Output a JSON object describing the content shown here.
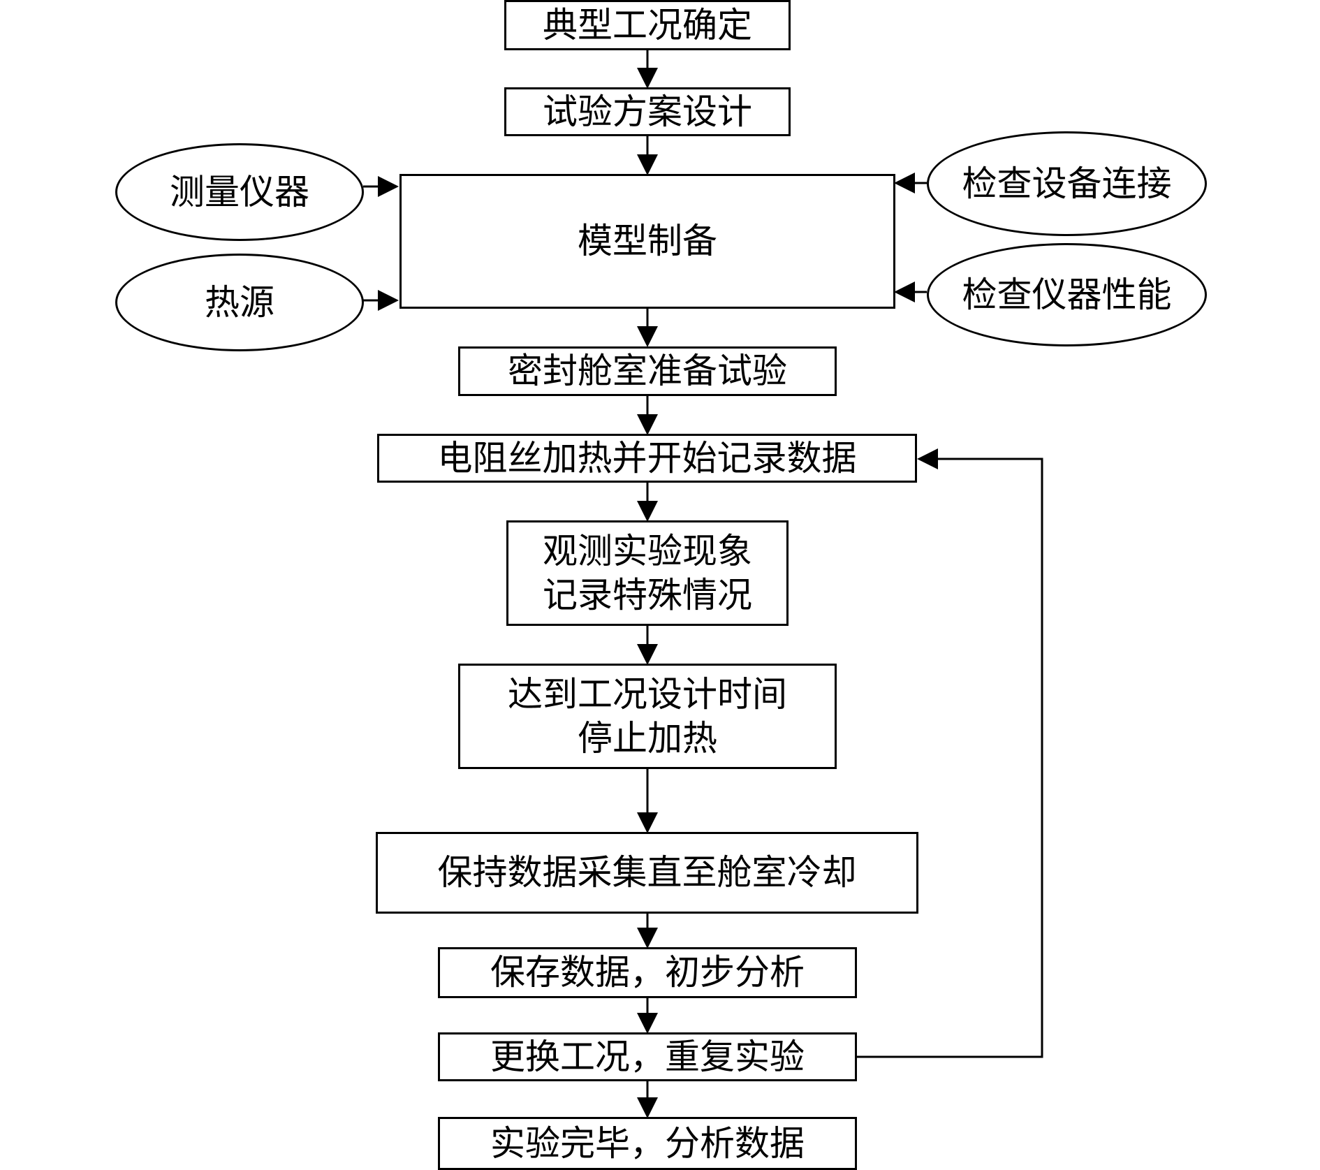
{
  "flowchart": {
    "steps": {
      "typical_condition": "典型工况确定",
      "test_plan": "试验方案设计",
      "model_prep": "模型制备",
      "seal_cabin": "密封舱室准备试验",
      "heating_start": "电阻丝加热并开始记录数据",
      "observe": [
        "观测实验现象",
        "记录特殊情况"
      ],
      "stop_heating": [
        "达到工况设计时间",
        "停止加热"
      ],
      "keep_collecting": "保持数据采集直至舱室冷却",
      "save_data": "保存数据，初步分析",
      "change_condition": "更换工况，重复实验",
      "finish": "实验完毕，分析数据"
    },
    "inputs": {
      "instruments": "测量仪器",
      "heat_source": "热源",
      "check_connection": "检查设备连接",
      "check_performance": "检查仪器性能"
    }
  },
  "colors": {
    "stroke": "#000000",
    "fill": "#ffffff"
  }
}
